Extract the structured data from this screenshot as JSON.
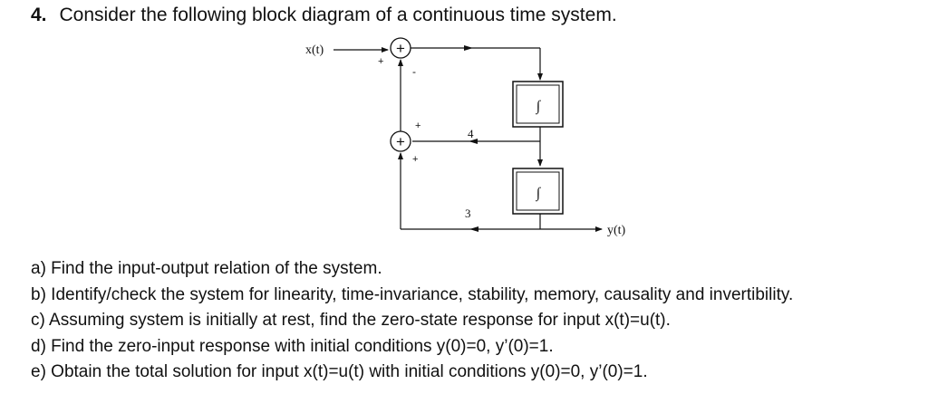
{
  "question": {
    "number": "4.",
    "prompt": "Consider the following block diagram of a continuous time system."
  },
  "diagram": {
    "input_label": "x(t)",
    "output_label": "y(t)",
    "top_sum_symbol": "+",
    "bottom_sum_symbol": "+",
    "integrator_symbol": "∫",
    "gain_a": "4",
    "gain_b": "3",
    "top_sum_input_sign": "+",
    "top_sum_feedback_sign": "-",
    "bottom_sum_right_sign": "+",
    "bottom_sum_bottom_sign": "+"
  },
  "parts": [
    "a) Find the input-output relation of the system.",
    "b) Identify/check the system for linearity, time-invariance, stability, memory, causality and invertibility.",
    "c) Assuming system is initially at rest, find the zero-state response for input x(t)=u(t).",
    "d) Find the zero-input response with initial conditions y(0)=0, y’(0)=1.",
    "e) Obtain the total solution for input x(t)=u(t) with initial conditions y(0)=0, y’(0)=1."
  ]
}
